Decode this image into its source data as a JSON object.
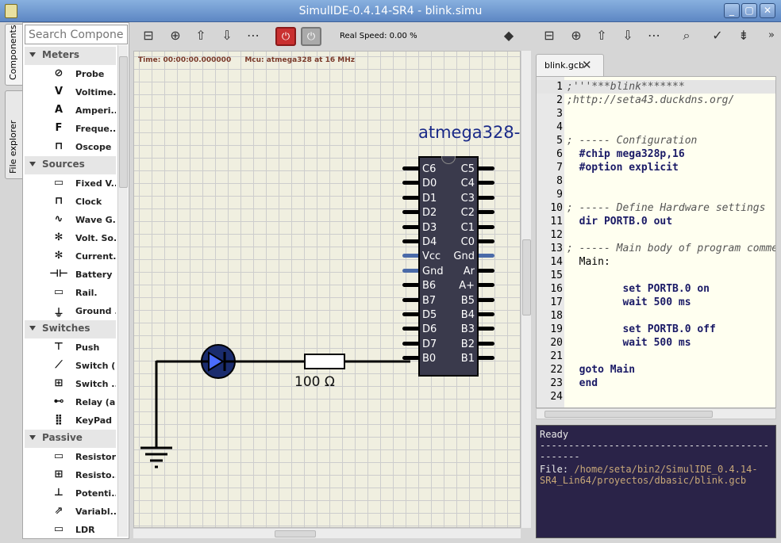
{
  "window": {
    "title": "SimulIDE-0.4.14-SR4  -  blink.simu"
  },
  "left_tabs": [
    "Components",
    "File explorer"
  ],
  "components": {
    "search_placeholder": "Search Compone...",
    "categories": [
      {
        "name": "Meters",
        "items": [
          "Probe",
          "Voltime...",
          "Amperi...",
          "Freque...",
          "Oscope"
        ],
        "icons": [
          "probe-icon",
          "voltmeter-icon",
          "ammeter-icon",
          "frequency-meter-icon",
          "oscope-icon"
        ]
      },
      {
        "name": "Sources",
        "items": [
          "Fixed V...",
          "Clock",
          "Wave G...",
          "Volt. So...",
          "Current...",
          "Battery",
          "Rail.",
          "Ground ..."
        ],
        "icons": [
          "fixed-voltage-icon",
          "clock-icon",
          "wave-generator-icon",
          "voltage-source-icon",
          "current-source-icon",
          "battery-icon",
          "rail-icon",
          "ground-icon"
        ]
      },
      {
        "name": "Switches",
        "items": [
          "Push",
          "Switch (...",
          "Switch ...",
          "Relay (all)",
          "KeyPad"
        ],
        "icons": [
          "push-icon",
          "switch-icon",
          "switch-dip-icon",
          "relay-icon",
          "keypad-icon"
        ]
      },
      {
        "name": "Passive",
        "items": [
          "Resistor",
          "Resisto...",
          "Potenti...",
          "Variabl...",
          "LDR"
        ],
        "icons": [
          "resistor-icon",
          "resistor-array-icon",
          "potentiometer-icon",
          "variable-resistor-icon",
          "ldr-icon"
        ]
      }
    ]
  },
  "circuit_toolbar": {
    "real_speed": "Real Speed: 0.00 %"
  },
  "simulation": {
    "time": "Time: 00:00:00.000000",
    "mcu": "Mcu: atmega328 at 16 MHz"
  },
  "circuit": {
    "chip_name": "atmega328-",
    "pins_left": [
      "C6",
      "D0",
      "D1",
      "D2",
      "D3",
      "D4",
      "Vcc",
      "Gnd",
      "B6",
      "B7",
      "D5",
      "D6",
      "D7",
      "B0"
    ],
    "pins_right": [
      "C5",
      "C4",
      "C3",
      "C2",
      "C1",
      "C0",
      "Gnd",
      "Ar",
      "A+",
      "B5",
      "B4",
      "B3",
      "B2",
      "B1"
    ],
    "resistor_label": "100 Ω"
  },
  "editor": {
    "tab": "blink.gcb",
    "lines": [
      {
        "n": "1",
        "t": ";'''***blink*******"
      },
      {
        "n": "2",
        "t": ";http://seta43.duckdns.org/"
      },
      {
        "n": "3",
        "t": ""
      },
      {
        "n": "4",
        "t": ""
      },
      {
        "n": "5",
        "t": "; ----- Configuration"
      },
      {
        "n": "6",
        "t": "  #chip mega328p,16"
      },
      {
        "n": "7",
        "t": "  #option explicit"
      },
      {
        "n": "8",
        "t": ""
      },
      {
        "n": "9",
        "t": ""
      },
      {
        "n": "10",
        "t": "; ----- Define Hardware settings"
      },
      {
        "n": "11",
        "t": "  dir PORTB.0 out"
      },
      {
        "n": "12",
        "t": ""
      },
      {
        "n": "13",
        "t": "; ----- Main body of program commences here."
      },
      {
        "n": "14",
        "t": "  Main:"
      },
      {
        "n": "15",
        "t": ""
      },
      {
        "n": "16",
        "t": "         set PORTB.0 on"
      },
      {
        "n": "17",
        "t": "         wait 500 ms"
      },
      {
        "n": "18",
        "t": ""
      },
      {
        "n": "19",
        "t": "         set PORTB.0 off"
      },
      {
        "n": "20",
        "t": "         wait 500 ms"
      },
      {
        "n": "21",
        "t": ""
      },
      {
        "n": "22",
        "t": "  goto Main"
      },
      {
        "n": "23",
        "t": "  end"
      },
      {
        "n": "24",
        "t": ""
      }
    ]
  },
  "output": {
    "status": "Ready",
    "separator": "-----------------------------------------------",
    "file_label": " File: ",
    "file_path": "/home/seta/bin2/SimulIDE_0.4.14-SR4_Lin64/proyectos/dbasic/blink.gcb"
  }
}
